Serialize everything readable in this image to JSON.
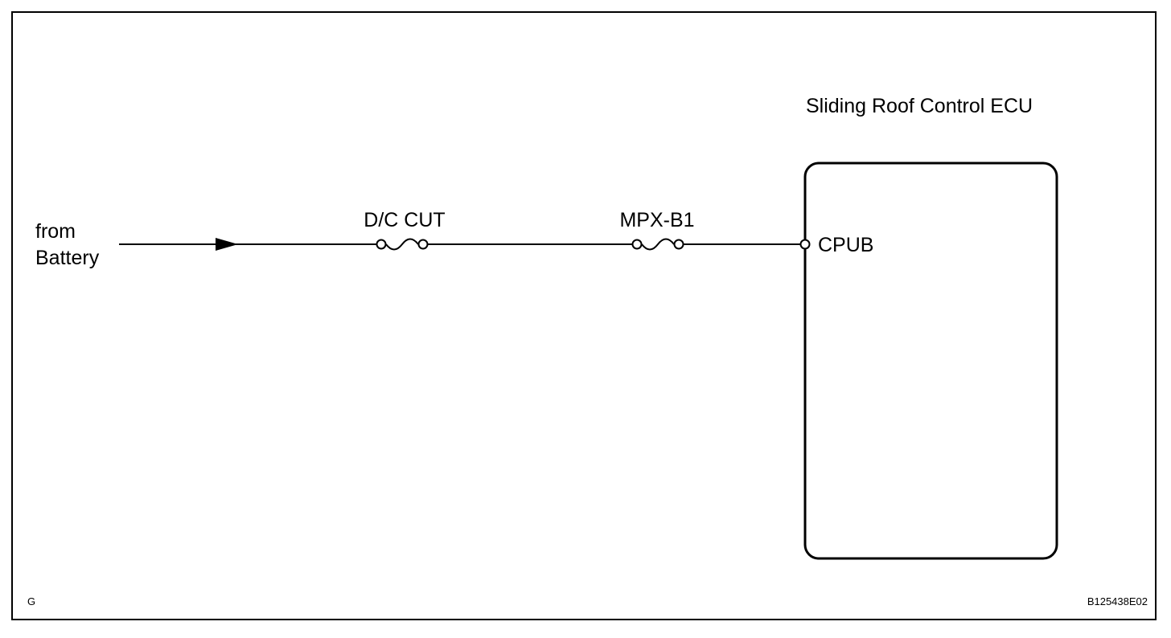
{
  "diagram": {
    "source_label": [
      "from",
      "Battery"
    ],
    "fuse_1": "D/C CUT",
    "fuse_2": "MPX-B1",
    "ecu_title": "Sliding Roof Control ECU",
    "terminal": "CPUB",
    "corner_code": "G",
    "figure_id": "B125438E02"
  }
}
